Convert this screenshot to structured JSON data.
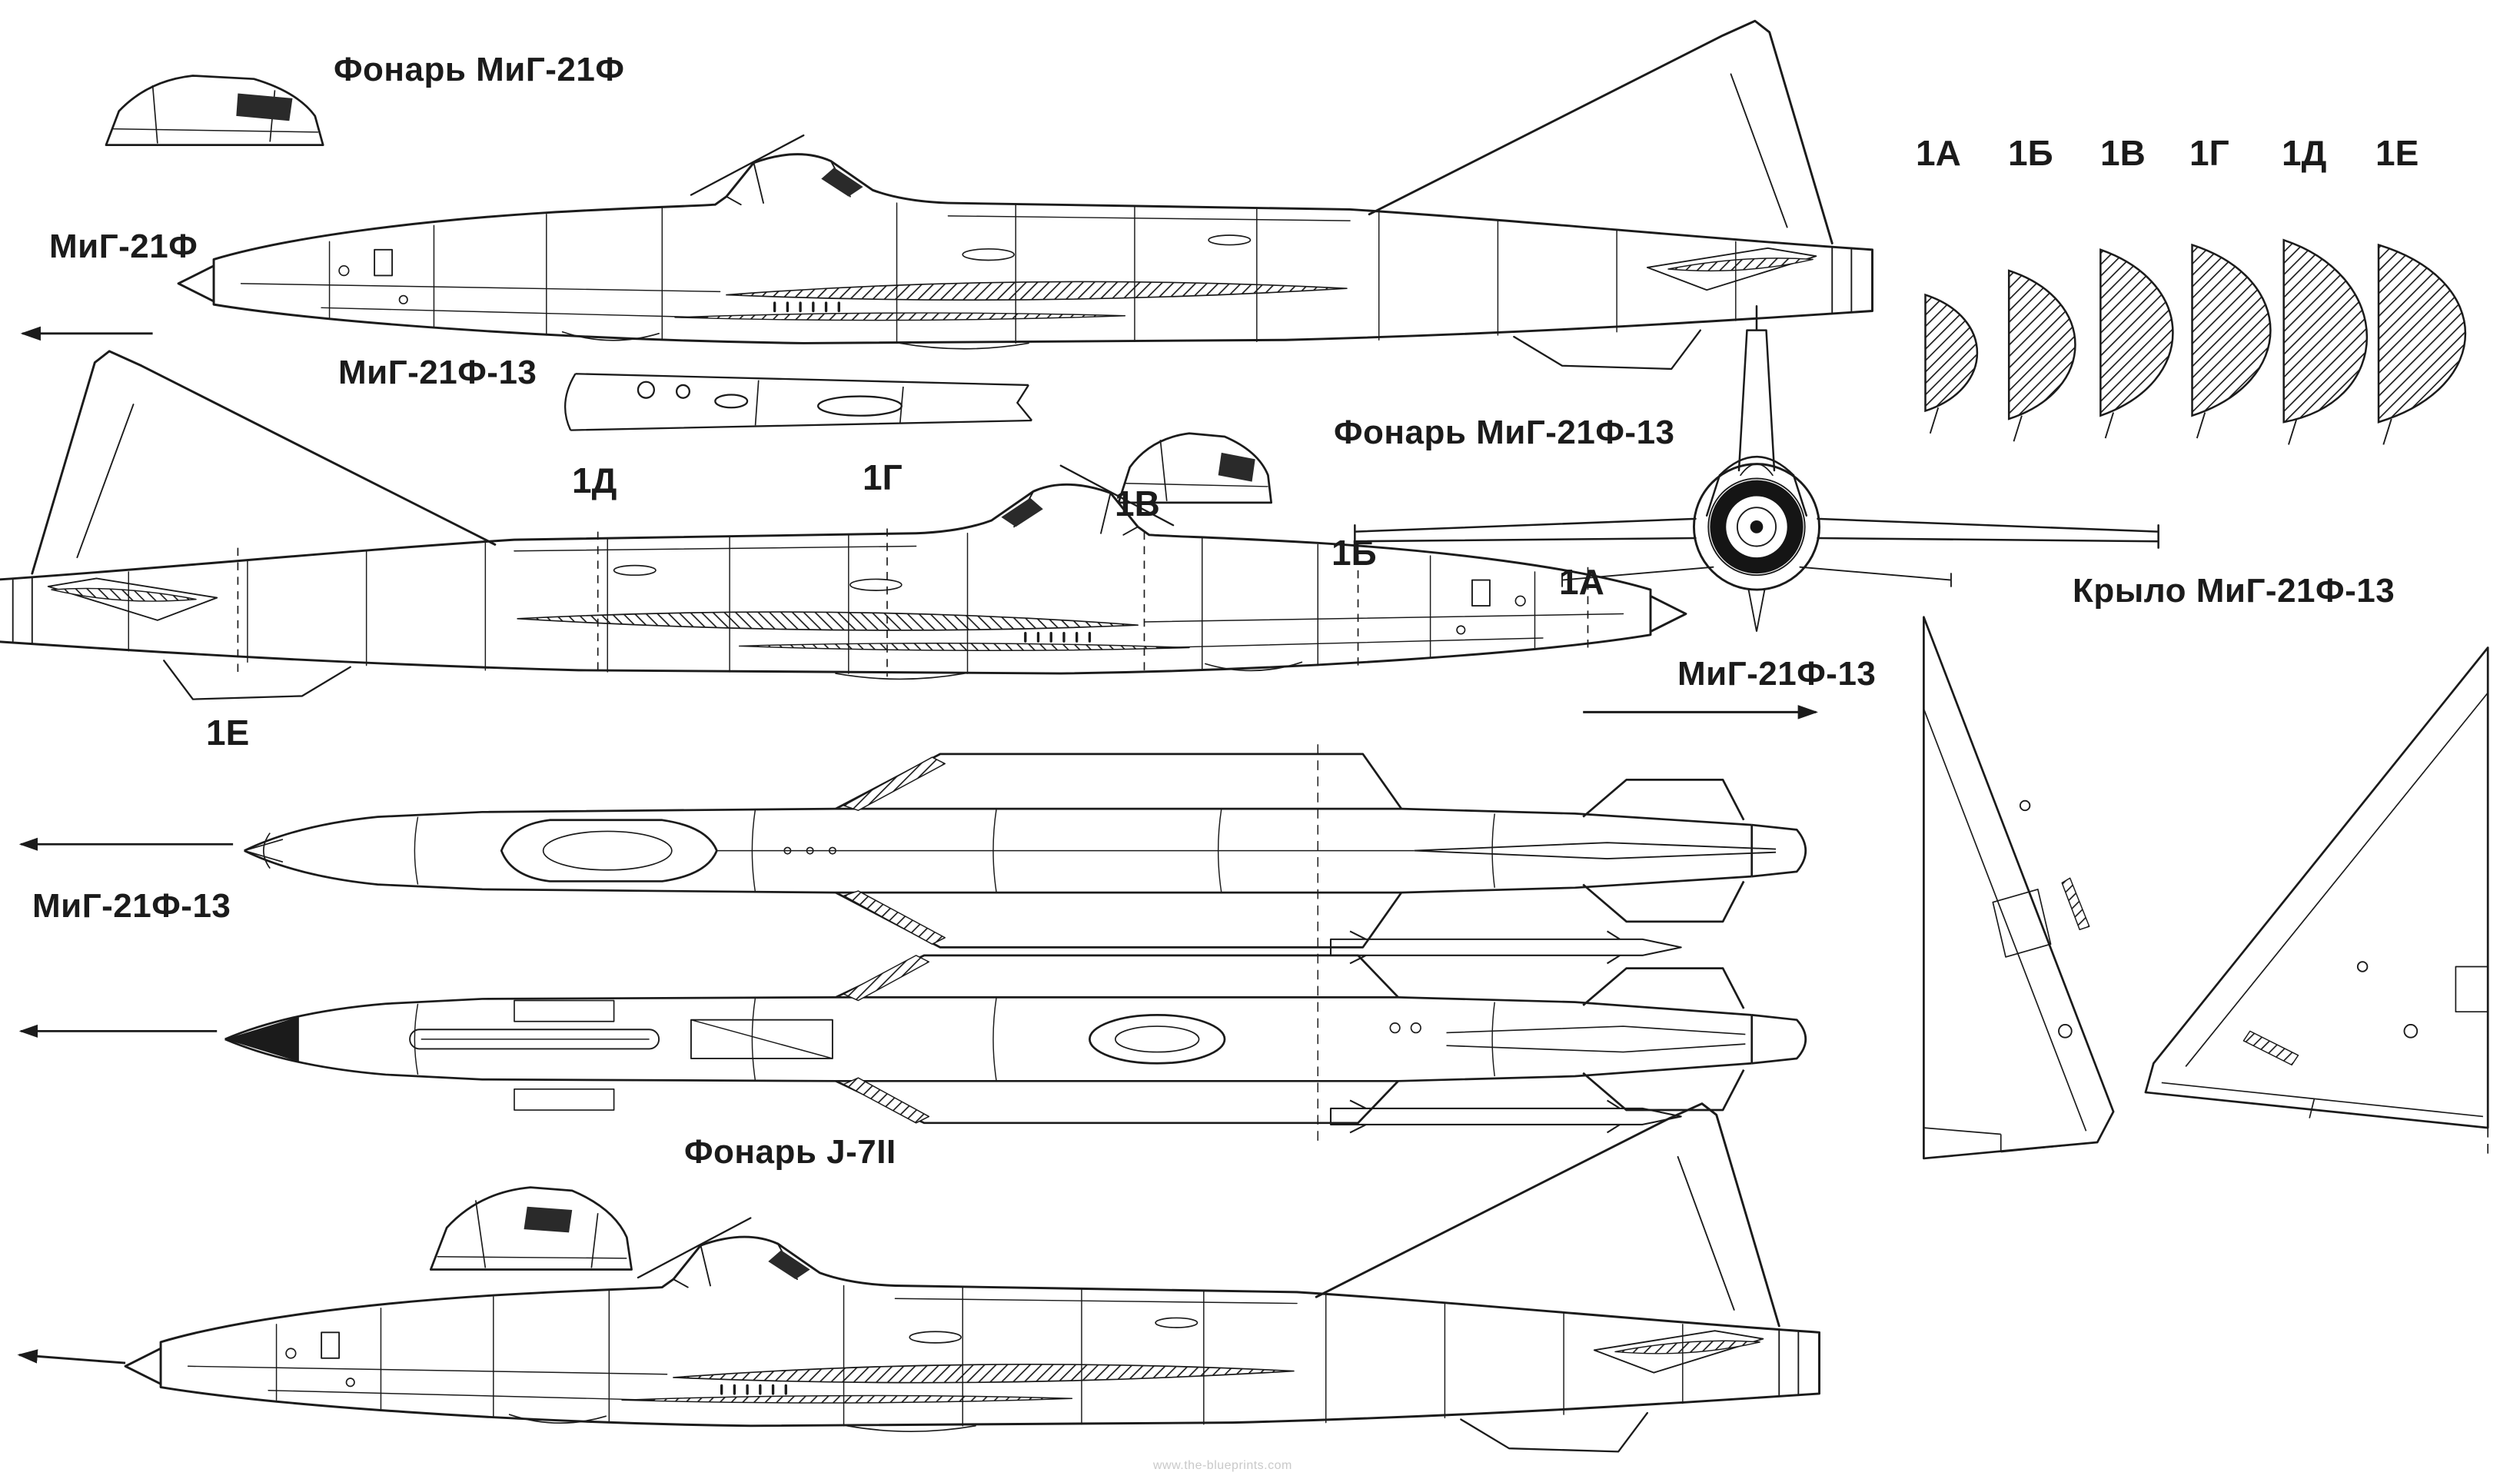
{
  "page": {
    "background": "#ffffff",
    "ink": "#1b1b1b",
    "watermark": "www.the-blueprints.com"
  },
  "labels": {
    "canopy_mig21f": "Фонарь МиГ-21Ф",
    "mig21f": "МиГ-21Ф",
    "mig21f13_detail": "МиГ-21Ф-13",
    "canopy_mig21f13": "Фонарь МиГ-21Ф-13",
    "mig21f13_side": "МиГ-21Ф-13",
    "mig21f13_top": "МиГ-21Ф-13",
    "wing_mig21f13": "Крыло МиГ-21Ф-13",
    "canopy_j7": "Фонарь J-7II"
  },
  "sections": {
    "row": [
      "1А",
      "1Б",
      "1В",
      "1Г",
      "1Д",
      "1Е"
    ],
    "marks": {
      "a": "1А",
      "b": "1Б",
      "v": "1В",
      "g": "1Г",
      "d": "1Д",
      "e": "1Е"
    }
  }
}
